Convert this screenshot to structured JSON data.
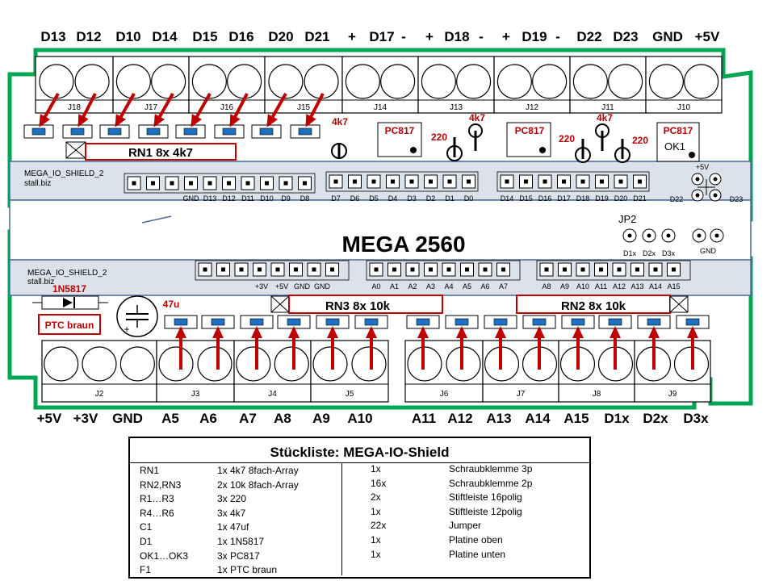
{
  "top_terminal_labels": [
    "D13",
    "D12",
    "D10",
    "D14",
    "D15",
    "D16",
    "D20",
    "D21",
    "+",
    "D17",
    "-",
    "+",
    "D18",
    "-",
    "+",
    "D19",
    "-",
    "D22",
    "D23",
    "GND",
    "+5V"
  ],
  "top_connectors": [
    "J18",
    "J17",
    "J16",
    "J15",
    "J14",
    "J13",
    "J12",
    "J11",
    "J10"
  ],
  "bottom_terminal_labels": [
    "+5V",
    "+3V",
    "GND",
    "A5",
    "A6",
    "A7",
    "A8",
    "A9",
    "A10",
    "A11",
    "A12",
    "A13",
    "A14",
    "A15",
    "D1x",
    "D2x",
    "D3x"
  ],
  "bottom_connectors": [
    "J2",
    "J3",
    "J4",
    "J5",
    "J6",
    "J7",
    "J8",
    "J9"
  ],
  "board_titles": {
    "upper": "MEGA_IO_SHIELD_2",
    "upper_site": "stall.biz",
    "lower": "MEGA_IO_SHIELD_2",
    "lower_site": "stall.biz",
    "center": "MEGA 2560",
    "jp2": "JP2"
  },
  "header_rows": {
    "row1_group1": [
      "GND",
      "D13",
      "D12",
      "D11",
      "D10",
      "D9",
      "D8"
    ],
    "row1_group2": [
      "D7",
      "D6",
      "D5",
      "D4",
      "D3",
      "D2",
      "D1",
      "D0"
    ],
    "row1_group3": [
      "D14",
      "D15",
      "D16",
      "D17",
      "D18",
      "D19",
      "D20",
      "D21"
    ],
    "jumper_a": [
      "D1x",
      "D2x",
      "D3x"
    ],
    "jumper_b": "GND",
    "right_block": {
      "top": "+5V",
      "left": "D22",
      "right": "D23"
    },
    "row2_group1": [
      "+3V",
      "+5V",
      "GND",
      "GND"
    ],
    "row2_group2": [
      "A0",
      "A1",
      "A2",
      "A3",
      "A4",
      "A5",
      "A6",
      "A7"
    ],
    "row2_group3": [
      "A8",
      "A9",
      "A10",
      "A11",
      "A12",
      "A13",
      "A14",
      "A15"
    ]
  },
  "component_labels": {
    "rn1": "RN1  8x 4k7",
    "rn2": "RN2  8x 10k",
    "rn3": "RN3  8x 10k",
    "diode": "1N5817",
    "ptc": "PTC braun",
    "cap": "47u",
    "r4k7_a": "4k7",
    "r4k7_b": "4k7",
    "r4k7_c": "4k7",
    "r220_a": "220",
    "r220_b": "220",
    "r220_c": "220",
    "pc817_a": "PC817",
    "pc817_b": "PC817",
    "pc817_c": "PC817",
    "ok1": "OK1"
  },
  "bom": {
    "title": "Stückliste:  MEGA-IO-Shield",
    "left": [
      {
        "ref": "RN1",
        "desc": "1x  4k7  8fach-Array"
      },
      {
        "ref": "RN2,RN3",
        "desc": "2x 10k 8fach-Array"
      },
      {
        "ref": "R1…R3",
        "desc": "3x  220"
      },
      {
        "ref": "R4…R6",
        "desc": "3x 4k7"
      },
      {
        "ref": "C1",
        "desc": "1x 47uf"
      },
      {
        "ref": "D1",
        "desc": "1x 1N5817"
      },
      {
        "ref": "OK1…OK3",
        "desc": "3x PC817"
      },
      {
        "ref": "F1",
        "desc": "1x PTC braun"
      }
    ],
    "right": [
      {
        "qty": "1x",
        "desc": "Schraubklemme 3p"
      },
      {
        "qty": "16x",
        "desc": "Schraubklemme 2p"
      },
      {
        "qty": "2x",
        "desc": "Stiftleiste 16polig"
      },
      {
        "qty": "1x",
        "desc": "Stiftleiste 12polig"
      },
      {
        "qty": "22x",
        "desc": "Jumper"
      },
      {
        "qty": "1x",
        "desc": "Platine oben"
      },
      {
        "qty": "1x",
        "desc": "Platine unten"
      }
    ]
  },
  "colors": {
    "board_outline": "#00a651",
    "arrow": "#c00000",
    "label_red": "#c00000",
    "board_fill": "#dbe2ea",
    "pcb_line": "#4a6a9a",
    "jumper_blue": "#1f6fc0"
  }
}
